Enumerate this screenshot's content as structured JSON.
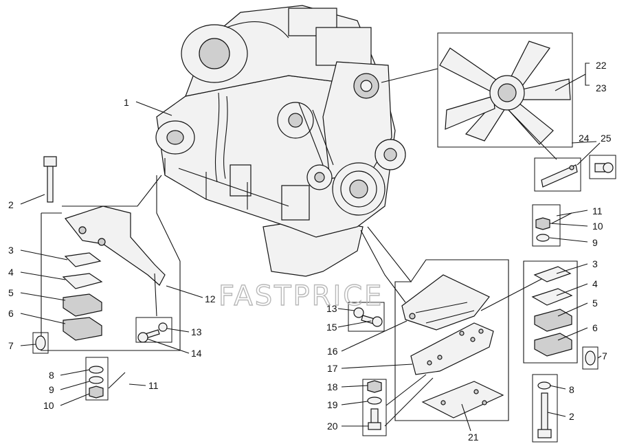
{
  "watermark": "FASTPRICE",
  "callouts": {
    "c1": "1",
    "c2_left": "2",
    "c3_left": "3",
    "c4_left": "4",
    "c5_left": "5",
    "c6_left": "6",
    "c7_left": "7",
    "c8_left": "8",
    "c9_left": "9",
    "c10_left": "10",
    "c11_left": "11",
    "c12": "12",
    "c13_left": "13",
    "c14": "14",
    "c13_mid": "13",
    "c15": "15",
    "c16": "16",
    "c17": "17",
    "c18": "18",
    "c19": "19",
    "c20": "20",
    "c21": "21",
    "c22": "22",
    "c23": "23",
    "c24": "24",
    "c25": "25",
    "c11_right": "11",
    "c10_right": "10",
    "c9_right": "9",
    "c3_right": "3",
    "c4_right": "4",
    "c5_right": "5",
    "c6_right": "6",
    "c7_right": "7",
    "c8_right": "8",
    "c2_right": "2"
  }
}
